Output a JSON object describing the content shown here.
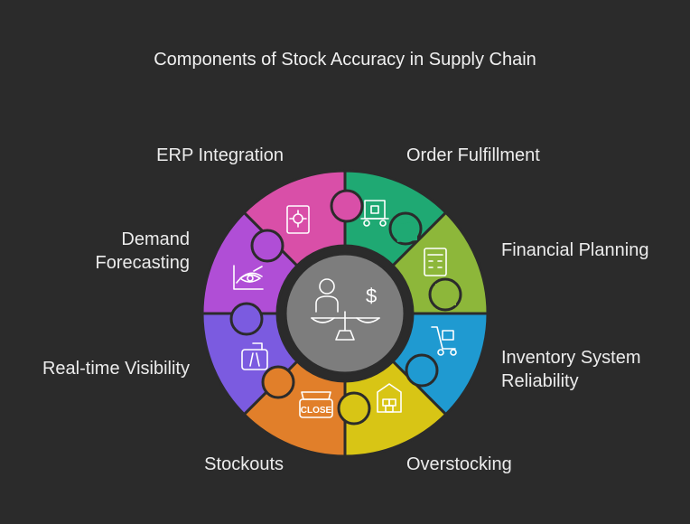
{
  "title": "Components of Stock Accuracy in Supply Chain",
  "segments": [
    {
      "label": "Order Fulfillment",
      "color": "#1fa973",
      "icon": "delivery-cart-icon"
    },
    {
      "label": "Financial Planning",
      "color": "#8db73a",
      "icon": "calculator-icon"
    },
    {
      "label": "Inventory System Reliability",
      "color": "#1f9ad1",
      "icon": "hand-truck-icon"
    },
    {
      "label": "Overstocking",
      "color": "#d8c515",
      "icon": "warehouse-boxes-icon"
    },
    {
      "label": "Stockouts",
      "color": "#e17f2a",
      "icon": "closed-store-icon"
    },
    {
      "label": "Real-time Visibility",
      "color": "#7b5be0",
      "icon": "road-sign-icon"
    },
    {
      "label": "Demand Forecasting",
      "color": "#b04ed6",
      "icon": "eye-chart-icon"
    },
    {
      "label": "ERP Integration",
      "color": "#d94fa8",
      "icon": "gear-document-icon"
    }
  ],
  "labels": {
    "order_fulfillment": "Order Fulfillment",
    "financial_planning": "Financial Planning",
    "inventory_line1": "Inventory System",
    "inventory_line2": "Reliability",
    "overstocking": "Overstocking",
    "stockouts": "Stockouts",
    "realtime_visibility": "Real-time Visibility",
    "demand_line1": "Demand",
    "demand_line2": "Forecasting",
    "erp_integration": "ERP Integration"
  },
  "center": {
    "icon": "person-balance-scale-icon",
    "symbol": "$",
    "color": "#7d7d7d"
  },
  "stockouts_sign": "CLOSE"
}
